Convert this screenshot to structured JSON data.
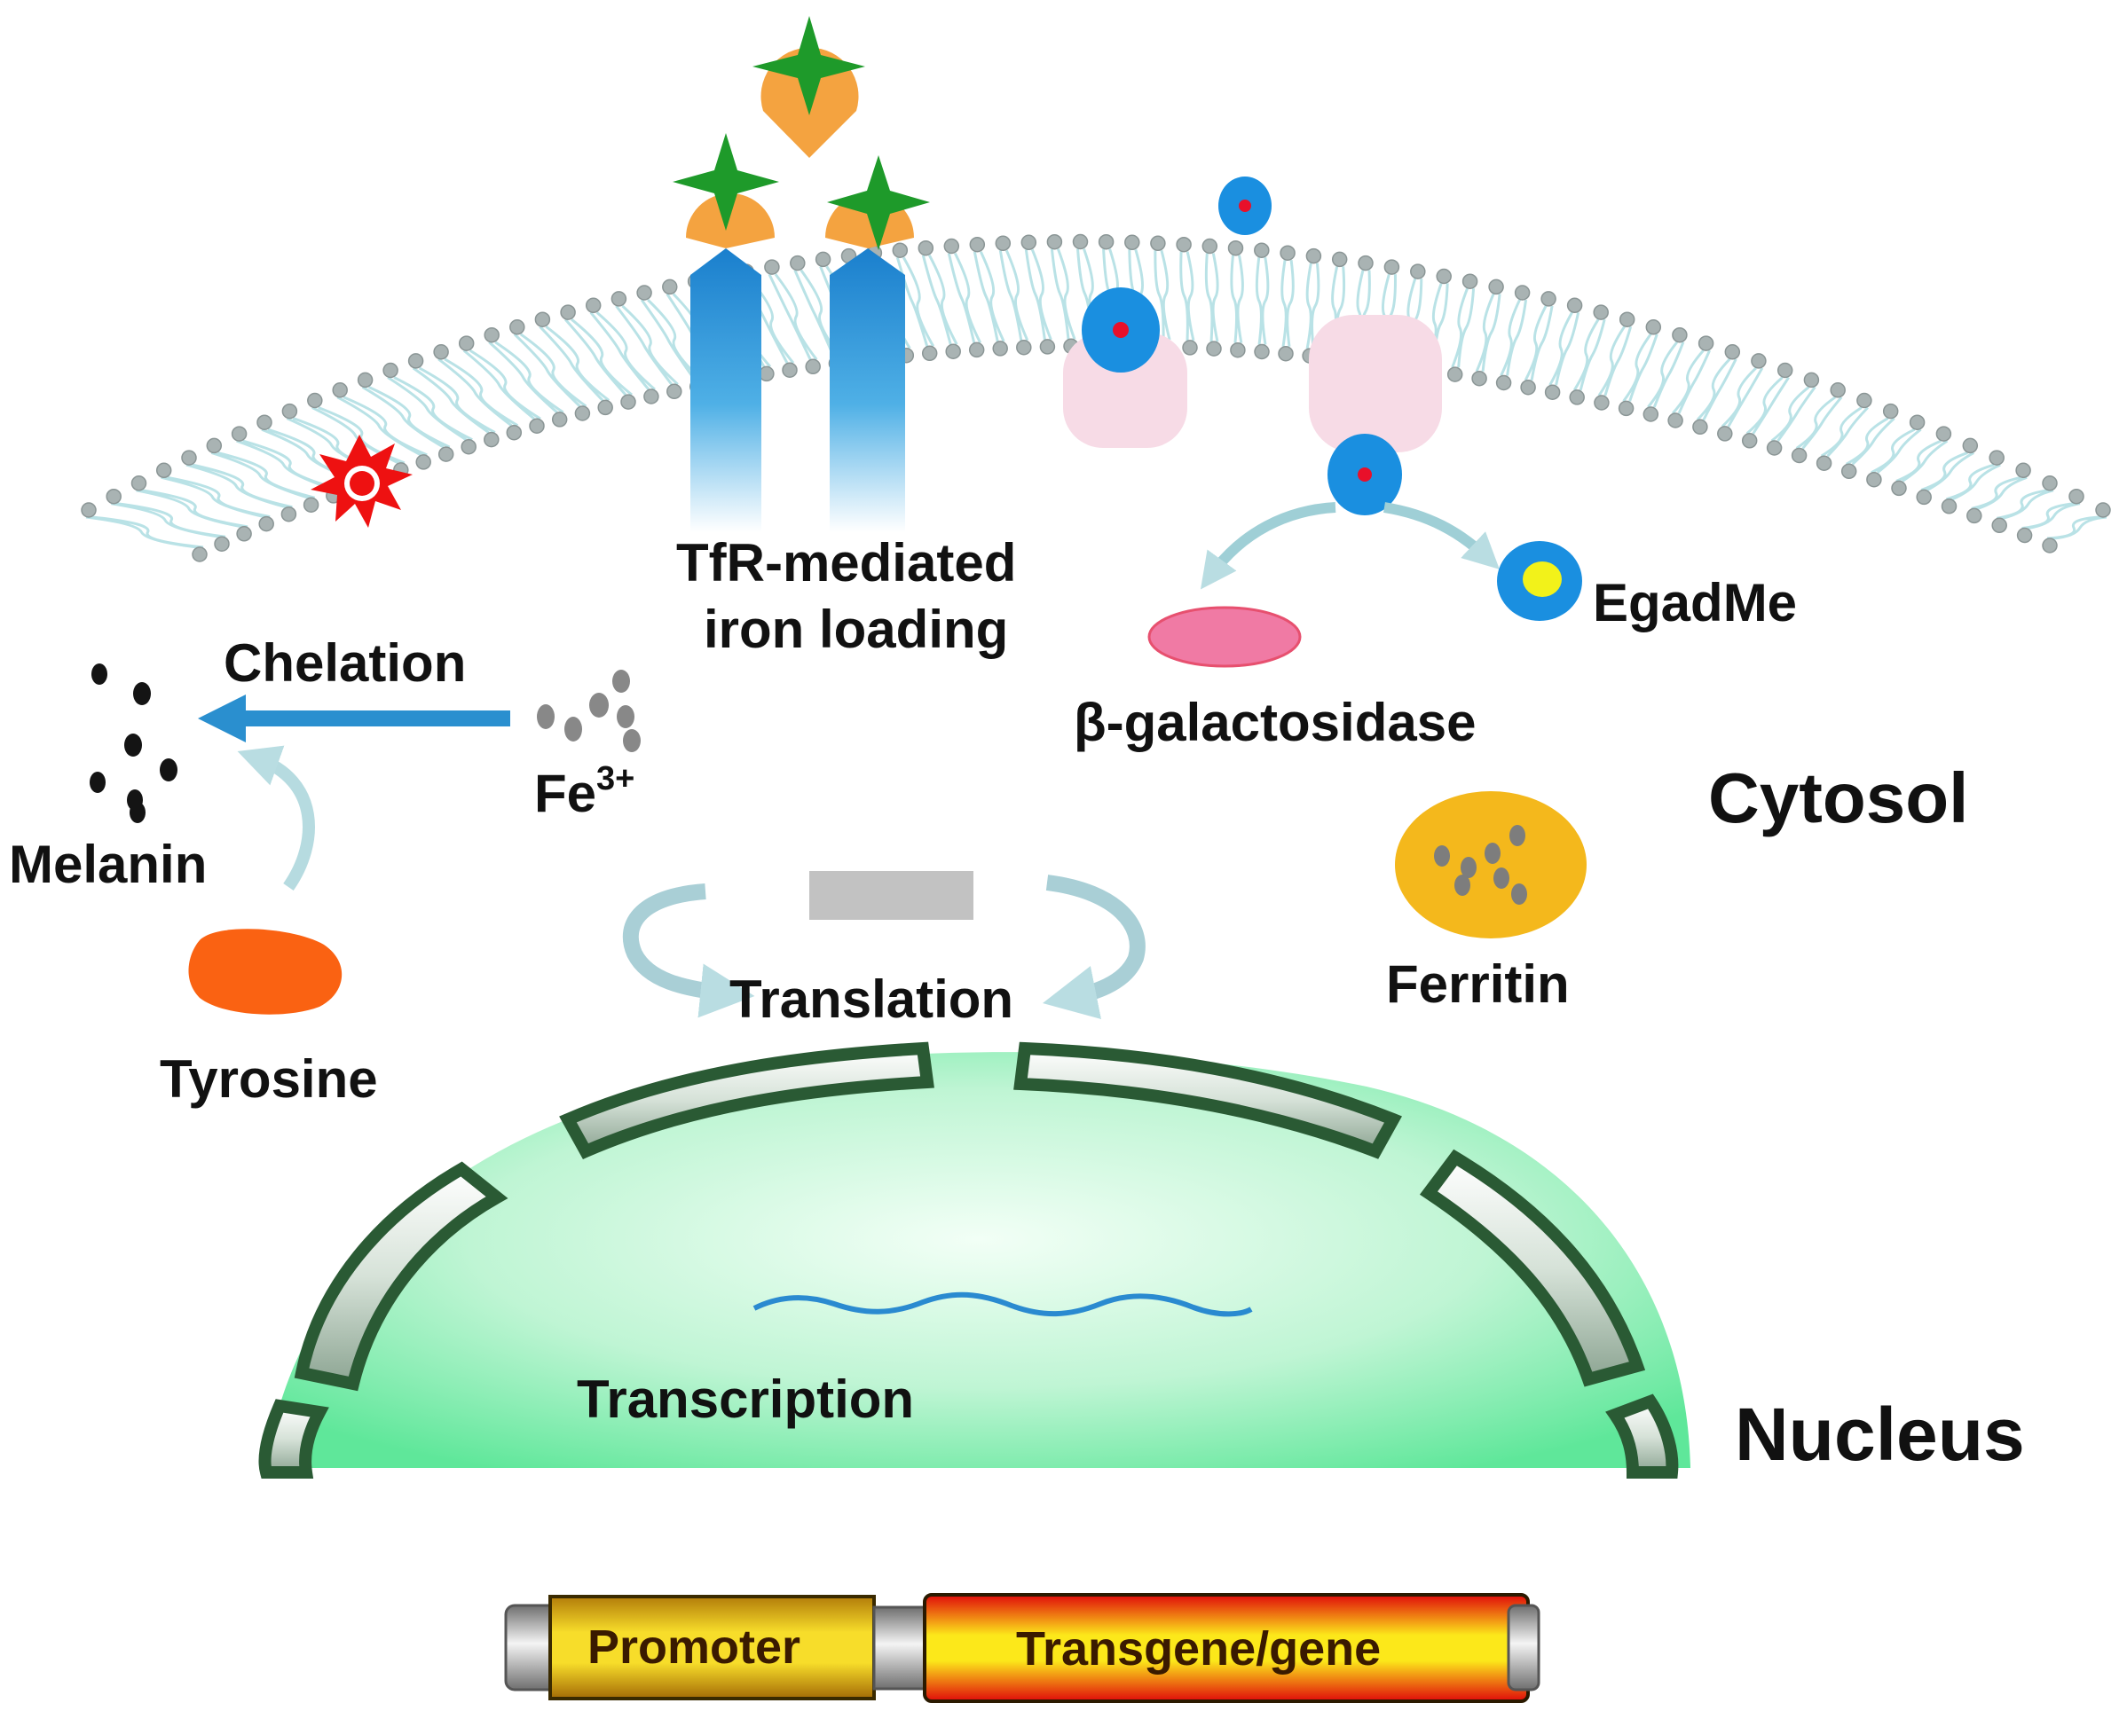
{
  "labels": {
    "tfr_line1": "TfR-mediated",
    "tfr_line2": "iron loading",
    "egadme": "EgadMe",
    "chelation": "Chelation",
    "beta_gal": "β-galactosidase",
    "fe_base": "Fe",
    "fe_sup": "3+",
    "cytosol": "Cytosol",
    "melanin": "Melanin",
    "ferritin": "Ferritin",
    "translation": "Translation",
    "tyrosine": "Tyrosine",
    "transcription": "Transcription",
    "nucleus": "Nucleus",
    "promoter": "Promoter",
    "transgene": "Transgene/gene"
  },
  "colors": {
    "membrane_head": "#a9b3b3",
    "membrane_tail": "#b9e2e6",
    "receptor_blue": "#1e88d0",
    "transferrin_orange": "#f4a340",
    "iron_star_green": "#1e9a2a",
    "egadme_blue": "#1a8fe0",
    "gd_core_red": "#e8102a",
    "activated_core_yellow": "#f2f21a",
    "channel_pink": "#f7dbe6",
    "beta_gal_pink": "#f07aa4",
    "melanin_black": "#141414",
    "iron_grey": "#888888",
    "ferritin_yellow": "#f4b81c",
    "tyrosine_orange": "#fa6212",
    "chelation_arrow": "#2a8fcf",
    "nucleus_green": "#9ef0c0",
    "nuclear_pore_green": "#2a5a34",
    "mrna_blue": "#2a8ad0",
    "promoter_yellow": "#f2cc1c",
    "transgene_red": "#f01010"
  },
  "icons": {
    "ros_star": "red-burst-icon",
    "iron_loaded_star": "green-star-icon",
    "transferrin": "pacman-transferrin-icon",
    "contrast_agent": "egadme-sphere-icon",
    "activated_agent": "activated-egadme-icon",
    "enzyme": "beta-galactosidase-ellipse-icon",
    "ferritin_cage": "ferritin-ellipse-icon",
    "ribosome_product": "protein-bar-icon",
    "dna_cassette": "gene-cassette-icon"
  }
}
